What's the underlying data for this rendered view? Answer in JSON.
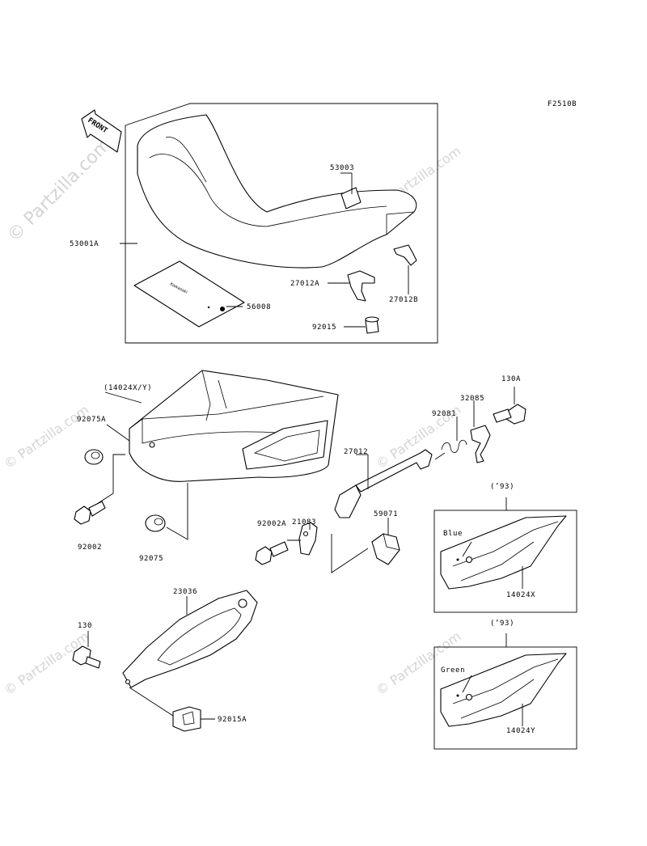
{
  "ref_code": "F2510B",
  "front_label": "FRONT",
  "watermark": "© Partzilla.com",
  "parts": {
    "p53003": "53003",
    "p53001a": "53001A",
    "p27012a": "27012A",
    "p27012b": "27012B",
    "p56008": "56008",
    "p92015": "92015",
    "p14024xy": "(14024X/Y)",
    "p92075a": "92075A",
    "p92002": "92002",
    "p92075": "92075",
    "p130a": "130A",
    "p32085": "32085",
    "p92081": "92081",
    "p27012": "27012",
    "p21083": "21083",
    "p92002a": "92002A",
    "p59071": "59071",
    "p23036": "23036",
    "p130": "130",
    "p92015a": "92015A"
  },
  "inset_blue": {
    "year": "(’93)",
    "color": "Blue",
    "part": "14024X"
  },
  "inset_green": {
    "year": "(’93)",
    "color": "Green",
    "part": "14024Y"
  },
  "colors": {
    "line": "#000000",
    "watermark": "#d4d4d4",
    "shade": "#c9c9c9"
  }
}
